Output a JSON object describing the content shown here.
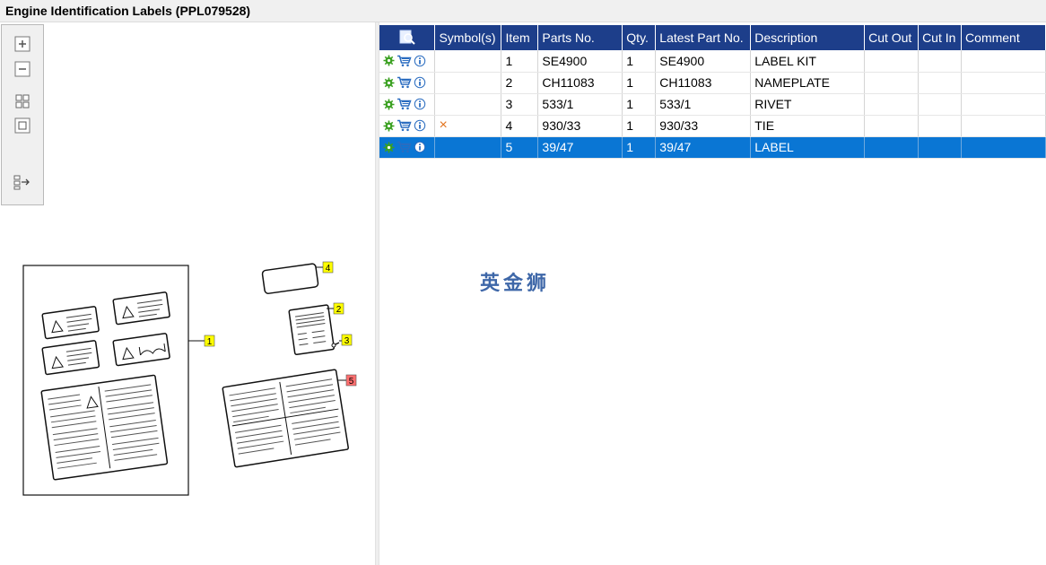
{
  "window": {
    "title": "Engine Identification Labels (PPL079528)"
  },
  "toolbar": {
    "buttons": [
      {
        "icon": "zoom-in-icon"
      },
      {
        "icon": "zoom-out-icon"
      },
      {
        "icon": "fit-all-icon"
      },
      {
        "icon": "actual-size-icon"
      },
      {
        "icon": "toggle-list-icon"
      }
    ]
  },
  "drawing": {
    "callouts": [
      {
        "label": "1",
        "color": "#ffff00"
      },
      {
        "label": "2",
        "color": "#ffff00"
      },
      {
        "label": "3",
        "color": "#ffff00"
      },
      {
        "label": "4",
        "color": "#ffff00"
      },
      {
        "label": "5",
        "color": "#ff6f6f"
      }
    ]
  },
  "table": {
    "headers": [
      "Symbol(s)",
      "Item",
      "Parts No.",
      "Qty.",
      "Latest Part No.",
      "Description",
      "Cut Out",
      "Cut In",
      "Comment"
    ],
    "rows": [
      {
        "symbol": "",
        "item": "1",
        "part_no": "SE4900",
        "qty": "1",
        "latest_part_no": "SE4900",
        "description": "LABEL KIT",
        "cut_out": "",
        "cut_in": "",
        "comment": ""
      },
      {
        "symbol": "",
        "item": "2",
        "part_no": "CH11083",
        "qty": "1",
        "latest_part_no": "CH11083",
        "description": "NAMEPLATE",
        "cut_out": "",
        "cut_in": "",
        "comment": ""
      },
      {
        "symbol": "",
        "item": "3",
        "part_no": "533/1",
        "qty": "1",
        "latest_part_no": "533/1",
        "description": "RIVET",
        "cut_out": "",
        "cut_in": "",
        "comment": ""
      },
      {
        "symbol": "×",
        "item": "4",
        "part_no": "930/33",
        "qty": "1",
        "latest_part_no": "930/33",
        "description": "TIE",
        "cut_out": "",
        "cut_in": "",
        "comment": ""
      },
      {
        "symbol": "",
        "item": "5",
        "part_no": "39/47",
        "qty": "1",
        "latest_part_no": "39/47",
        "description": "LABEL",
        "cut_out": "",
        "cut_in": "",
        "comment": ""
      }
    ],
    "selected_row": 4
  },
  "watermark": "英金狮",
  "colors": {
    "header_bg": "#1d3e8a",
    "selected_bg": "#0a76d4",
    "gear": "#3aa020",
    "cart": "#2a6cc0",
    "info": "#2a6cc0",
    "x_mark": "#e2721c"
  }
}
